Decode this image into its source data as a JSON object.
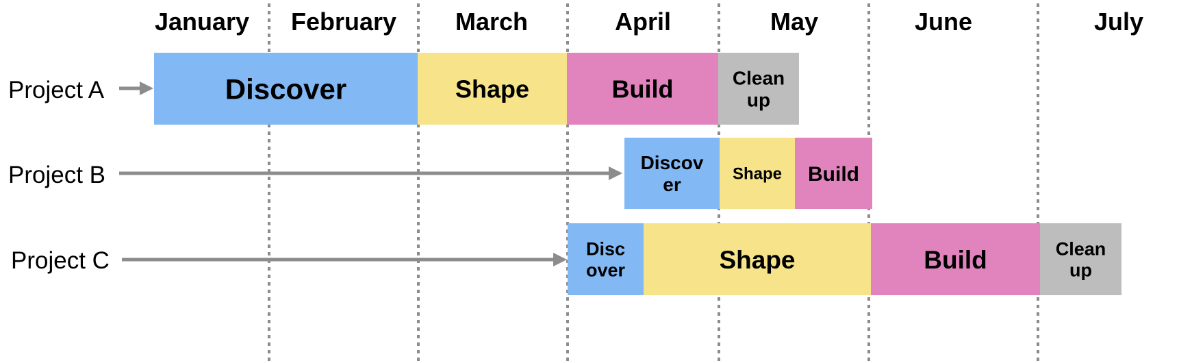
{
  "months": [
    "January",
    "February",
    "March",
    "April",
    "May",
    "June",
    "July"
  ],
  "phase_colors": {
    "discover": "#82b8f4",
    "shape": "#f6e38a",
    "build": "#e183bd",
    "cleanup": "#bdbdbd",
    "arrow": "#8c8c8c",
    "divider": "#8c8c8c"
  },
  "projects": [
    {
      "name": "Project A",
      "phases": [
        {
          "kind": "discover",
          "lines": [
            "Discover"
          ]
        },
        {
          "kind": "shape",
          "lines": [
            "Shape"
          ]
        },
        {
          "kind": "build",
          "lines": [
            "Build"
          ]
        },
        {
          "kind": "cleanup",
          "lines": [
            "Clean",
            "up"
          ]
        }
      ]
    },
    {
      "name": "Project B",
      "phases": [
        {
          "kind": "discover",
          "lines": [
            "Discov",
            "er"
          ]
        },
        {
          "kind": "shape",
          "lines": [
            "Shape"
          ]
        },
        {
          "kind": "build",
          "lines": [
            "Build"
          ]
        }
      ]
    },
    {
      "name": "Project C",
      "phases": [
        {
          "kind": "discover",
          "lines": [
            "Disc",
            "over"
          ]
        },
        {
          "kind": "shape",
          "lines": [
            "Shape"
          ]
        },
        {
          "kind": "build",
          "lines": [
            "Build"
          ]
        },
        {
          "kind": "cleanup",
          "lines": [
            "Clean",
            "up"
          ]
        }
      ]
    }
  ]
}
